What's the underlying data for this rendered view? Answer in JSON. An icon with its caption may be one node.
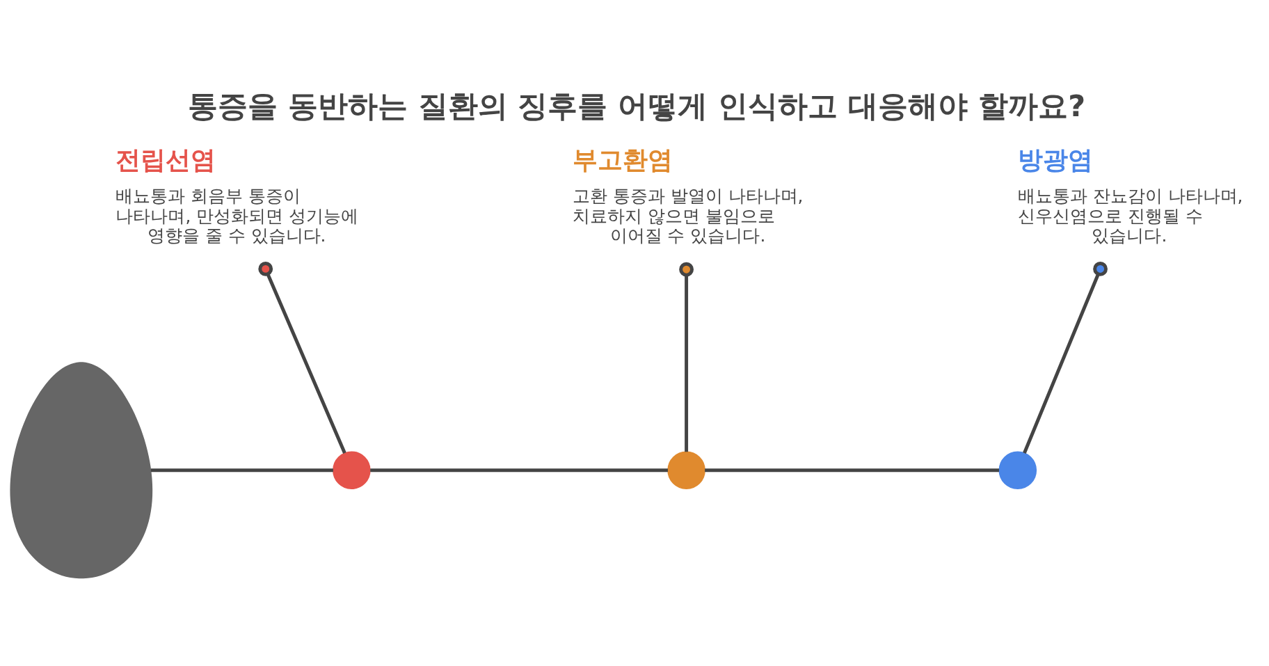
{
  "diagram": {
    "title": "통증을 동반하는 질환의 징후를 어떻게 인식하고 대응해야 할까요?",
    "nodes": [
      {
        "text": [],
        "shape": "picture"
      },
      {
        "text": [],
        "shape": "circle"
      },
      {
        "text": [
          "전립선염",
          "배뇨통과 회음부 통증이 나타나며, 만성화되면 성기능에 영향을 줄 수 있습니다."
        ]
      },
      {
        "text": [],
        "shape": "circle"
      },
      {
        "text": [
          "부고환염",
          "고환 통증과 발열이 나타나며, 치료하지 않으면 불임으로 이어질 수 있습니다."
        ]
      },
      {
        "text": [],
        "shape": "circle"
      },
      {
        "text": [
          "방광염",
          "배뇨통과 잔뇨감이 나타나며, 신우신염으로 진행될 수 있습니다."
        ]
      }
    ],
    "edges": [
      {
        "from": 0,
        "to": 1,
        "arrow": "none"
      },
      {
        "from": 1,
        "to": 3,
        "arrow": "none"
      },
      {
        "from": 3,
        "to": 5,
        "arrow": "none"
      },
      {
        "from": 1,
        "to": 2,
        "arrow": "other"
      },
      {
        "from": 3,
        "to": 4,
        "arrow": "other"
      },
      {
        "from": 5,
        "to": 6,
        "arrow": "other"
      }
    ]
  }
}
